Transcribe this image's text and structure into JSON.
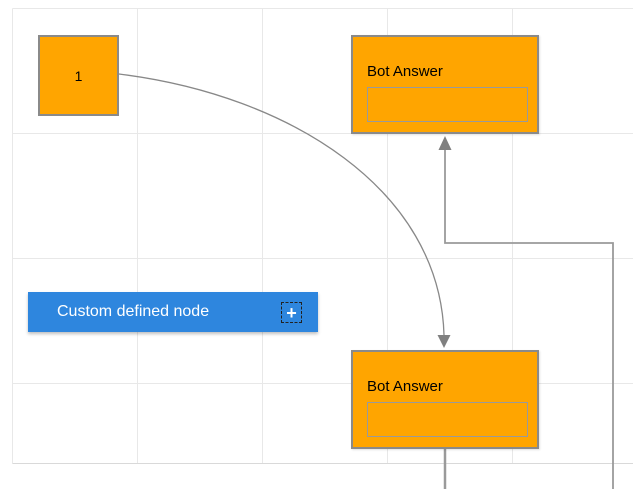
{
  "colors": {
    "node_orange": "#FFA500",
    "node_border": "#8a8a8a",
    "node_blue": "#2E86DE",
    "connector": "#8f8f8f",
    "arrowhead": "#808080",
    "grid_line": "#e8e8e8",
    "grid_edge": "#d9d9d9",
    "input_border": "#9a9a9a"
  },
  "nodes": {
    "start": {
      "label": "1"
    },
    "bot_answer_top": {
      "title": "Bot Answer",
      "input_value": ""
    },
    "bot_answer_bottom": {
      "title": "Bot Answer",
      "input_value": ""
    },
    "custom": {
      "label": "Custom defined node",
      "add_button": "+"
    }
  }
}
